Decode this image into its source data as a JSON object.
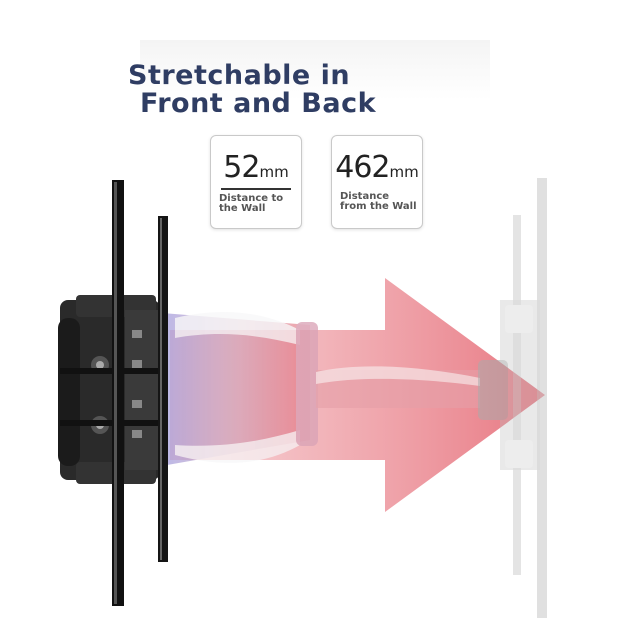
{
  "headline": {
    "line1": "Stretchable in",
    "line2": "Front and Back"
  },
  "specs": [
    {
      "value": "52",
      "unit": "mm",
      "caption": "Distance to the Wall"
    },
    {
      "value": "462",
      "unit": "mm",
      "caption": "Distance from the Wall"
    }
  ],
  "colors": {
    "headline": "#2f3d63",
    "arrow_start": "#7d7fd6",
    "arrow_end": "#e4606c",
    "mount_dark": "#1e1e1e",
    "mount_faded": "#c8c8c8"
  },
  "illustration": {
    "subject": "tv-wall-mount-arm",
    "arrow_icon": "arrow-right-icon"
  }
}
